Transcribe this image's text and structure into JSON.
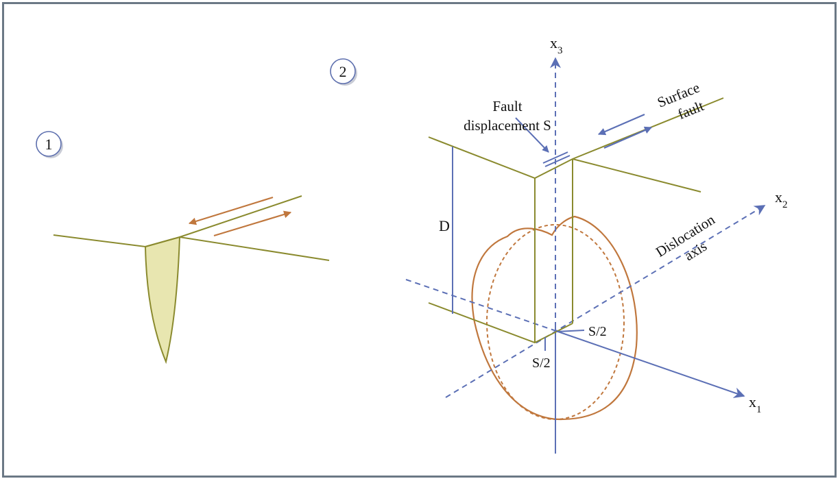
{
  "badges": {
    "one": "1",
    "two": "2"
  },
  "labels": {
    "x3": "x",
    "x3_sub": "3",
    "x2": "x",
    "x2_sub": "2",
    "x1": "x",
    "x1_sub": "1",
    "fault_displacement_line1": "Fault",
    "fault_displacement_line2": "displacement S",
    "surface_fault_line1": "Surface",
    "surface_fault_line2": "fault",
    "dislocation_axis_line1": "Dislocation",
    "dislocation_axis_line2": "axis",
    "depth": "D",
    "half_slip_right": "S/2",
    "half_slip_bottom": "S/2"
  },
  "colors": {
    "surface": "#8a8a2e",
    "axis": "#5b6fb5",
    "slip_arrow": "#c0773d",
    "dislocation": "#c0773d",
    "fill": "#e8e6b0",
    "frame": "#6b7885"
  }
}
